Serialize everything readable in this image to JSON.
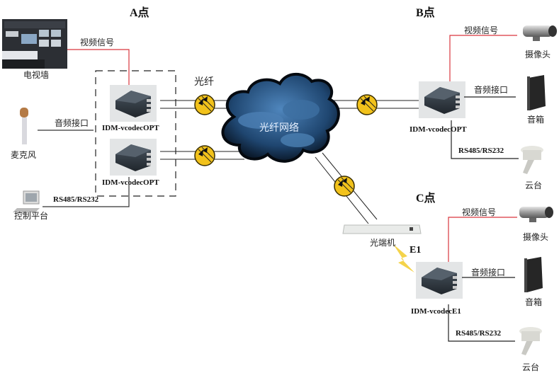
{
  "sites": {
    "a": {
      "title": "A点"
    },
    "b": {
      "title": "B点"
    },
    "c": {
      "title": "C点"
    }
  },
  "labels": {
    "video_signal": "视频信号",
    "audio_interface": "音频接口",
    "rs": "RS485/RS232",
    "fiber": "光纤",
    "fiber_network": "光纤网络",
    "optical_terminal": "光端机",
    "e1": "E1"
  },
  "devices": {
    "tv_wall": "电视墙",
    "microphone": "麦克风",
    "control_platform": "控制平台",
    "camera": "摄像头",
    "speaker": "音箱",
    "ptz": "云台",
    "codec_opt": "IDM-vcodecOPT",
    "codec_e1": "IDM-vcodecE1"
  },
  "colors": {
    "video_line": "#d9363e",
    "cable_line": "#222222",
    "transceiver": "#f2c21b",
    "cloud": "#2b5a86"
  }
}
